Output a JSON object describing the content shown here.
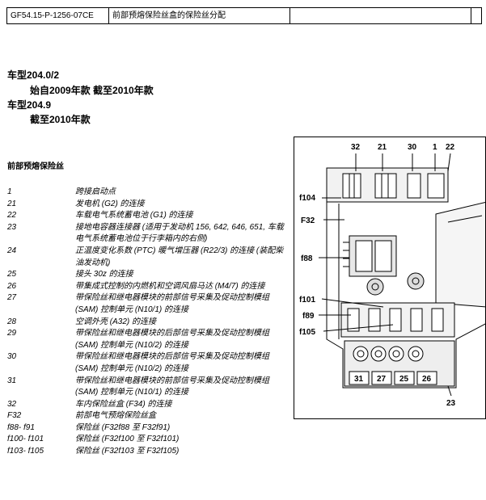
{
  "header": {
    "doc_id": "GF54.15-P-1256-07CE",
    "title": "前部预熔保险丝盒的保险丝分配",
    "col3": "",
    "col4": ""
  },
  "models": [
    {
      "model": "车型204.0/2",
      "range": "始自2009年款 截至2010年款"
    },
    {
      "model": "车型204.9",
      "range": "截至2010年款"
    }
  ],
  "section_title": "前部预熔保险丝",
  "legend": [
    {
      "key": "1",
      "text": "跨接启动点"
    },
    {
      "key": "21",
      "text": "发电机 (G2) 的连接"
    },
    {
      "key": "22",
      "text": "车载电气系统蓄电池 (G1) 的连接"
    },
    {
      "key": "23",
      "text": "接地电容器连接器 (适用于发动机 156, 642, 646, 651, 车载电气系统蓄电池位于行李箱内的右侧)"
    },
    {
      "key": "24",
      "text": "正温度变化系数 (PTC) 暖气增压器 (R22/3) 的连接 (装配柴油发动机)"
    },
    {
      "key": "25",
      "text": "接头 30z 的连接"
    },
    {
      "key": "26",
      "text": "带集成式控制的内燃机和空调风扇马达 (M4/7) 的连接"
    },
    {
      "key": "27",
      "text": "带保险丝和继电器模块的前部信号采集及促动控制模组 (SAM) 控制单元 (N10/1) 的连接"
    },
    {
      "key": "28",
      "text": "空调外壳 (A32) 的连接"
    },
    {
      "key": "29",
      "text": "带保险丝和继电器模块的后部信号采集及促动控制模组 (SAM) 控制单元 (N10/2) 的连接"
    },
    {
      "key": "30",
      "text": "带保险丝和继电器模块的后部信号采集及促动控制模组 (SAM) 控制单元 (N10/2) 的连接"
    },
    {
      "key": "31",
      "text": "带保险丝和继电器模块的前部信号采集及促动控制模组 (SAM) 控制单元 (N10/1) 的连接"
    },
    {
      "key": "32",
      "text": "车内保险丝盒 (F34) 的连接"
    },
    {
      "key": "F32",
      "text": "前部电气预熔保险丝盒"
    },
    {
      "key": "f88- f91",
      "text": "保险丝 (F32f88 至 F32f91)"
    },
    {
      "key": "f100- f101",
      "text": "保险丝 (F32f100 至 F32f101)"
    },
    {
      "key": "f103- f105",
      "text": "保险丝 (F32f103 至 F32f105)"
    }
  ],
  "figure": {
    "top_labels": [
      "32",
      "21",
      "30",
      "1",
      "22"
    ],
    "left_labels": [
      "f104",
      "F32",
      "f88",
      "f101",
      "f89",
      "f105"
    ],
    "bottom_labels": [
      "31",
      "27",
      "25",
      "26"
    ],
    "below_label": "23"
  }
}
